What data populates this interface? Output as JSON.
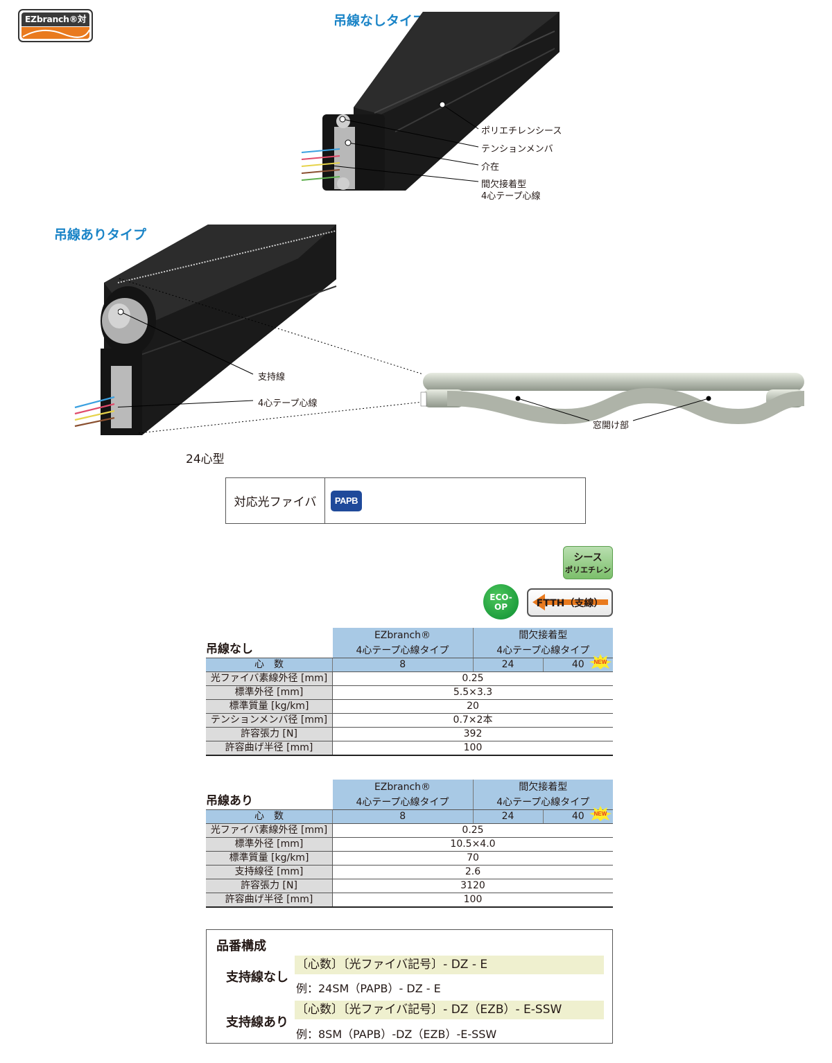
{
  "badge": {
    "ez_label": "EZbranch®対応"
  },
  "section1": {
    "title": "吊線なしタイプ",
    "callouts": [
      "ポリエチレンシース",
      "テンションメンバ",
      "介在",
      "間欠接着型",
      "4心テープ心線"
    ]
  },
  "section2": {
    "title": "吊線ありタイプ",
    "callouts": [
      "支持線",
      "4心テープ心線"
    ],
    "window_label": "窓開け部",
    "model": "24心型"
  },
  "fiber": {
    "label": "対応光ファイバ",
    "badge": "PAPB"
  },
  "badges": {
    "sheath_1": "シース",
    "sheath_2": "ポリエチレン",
    "eco_1": "ECO-",
    "eco_2": "OP",
    "ftth": "FTTH（支線）",
    "new": "NEW"
  },
  "table1": {
    "title": "吊線なし",
    "col1_1": "EZbranch®",
    "col1_2": "4心テープ心線タイプ",
    "col2_1": "間欠接着型",
    "col2_2": "4心テープ心線タイプ",
    "count_label": "心　数",
    "counts": [
      "8",
      "24",
      "40"
    ],
    "rows": [
      {
        "label": "光ファイバ素線外径 [mm]",
        "value": "0.25"
      },
      {
        "label": "標準外径 [mm]",
        "value": "5.5×3.3"
      },
      {
        "label": "標準質量 [kg/km]",
        "value": "20"
      },
      {
        "label": "テンションメンバ径 [mm]",
        "value": "0.7×2本"
      },
      {
        "label": "許容張力 [N]",
        "value": "392"
      },
      {
        "label": "許容曲げ半径 [mm]",
        "value": "100"
      }
    ]
  },
  "table2": {
    "title": "吊線あり",
    "col1_1": "EZbranch®",
    "col1_2": "4心テープ心線タイプ",
    "col2_1": "間欠接着型",
    "col2_2": "4心テープ心線タイプ",
    "count_label": "心　数",
    "counts": [
      "8",
      "24",
      "40"
    ],
    "rows": [
      {
        "label": "光ファイバ素線外径 [mm]",
        "value": "0.25"
      },
      {
        "label": "標準外径 [mm]",
        "value": "10.5×4.0"
      },
      {
        "label": "標準質量 [kg/km]",
        "value": "70"
      },
      {
        "label": "支持線径 [mm]",
        "value": "2.6"
      },
      {
        "label": "許容張力 [N]",
        "value": "3120"
      },
      {
        "label": "許容曲げ半径 [mm]",
        "value": "100"
      }
    ]
  },
  "part_number": {
    "title": "品番構成",
    "without_label": "支持線なし",
    "without_formula": "〔心数〕〔光ファイバ記号〕- DZ - E",
    "without_example": "例：24SM（PAPB）- DZ - E",
    "with_label": "支持線あり",
    "with_formula": "〔心数〕〔光ファイバ記号〕- DZ（EZB）- E-SSW",
    "with_example": "例：8SM（PAPB）-DZ（EZB）-E-SSW"
  }
}
